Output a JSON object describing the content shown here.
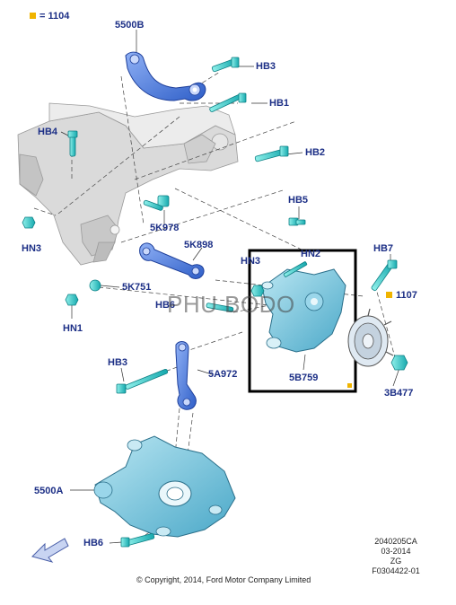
{
  "legend": {
    "marker_color": "#f0b400",
    "text": "= 1104"
  },
  "labels": {
    "p5500B": "5500B",
    "hb3_top": "HB3",
    "hb1": "HB1",
    "hb4": "HB4",
    "hb2": "HB2",
    "hb5": "HB5",
    "k5978": "5K978",
    "hn3_left": "HN3",
    "k5898": "5K898",
    "hn2": "HN2",
    "hb7": "HB7",
    "hn3_mid": "HN3",
    "k5751": "5K751",
    "p1107": "1107",
    "hn1": "HN1",
    "hb_mid": "HB6",
    "hb3_low": "HB3",
    "a5972": "5A972",
    "b5759": "5B759",
    "b3477": "3B477",
    "p5500A": "5500A",
    "hb6": "HB6"
  },
  "watermark": "PHU BODO",
  "info": {
    "code": "2040205CA",
    "date": "03-2014",
    "zg": "ZG",
    "ref": "F0304422-01"
  },
  "copyright": "© Copyright, 2014, Ford Motor Company Limited",
  "colors": {
    "part_blue": "#4a7fe0",
    "knuckle": "#78c8e0",
    "bolt": "#2ec4c6",
    "label": "#1c2f86",
    "subframe": "#d2d2d2",
    "highlight": "#f0b400"
  }
}
